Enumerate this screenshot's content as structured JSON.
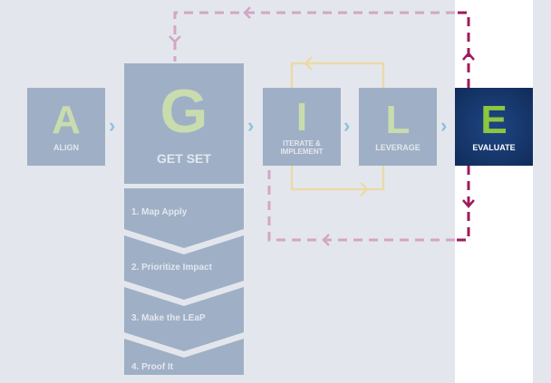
{
  "stages": [
    {
      "letter": "A",
      "label": "ALIGN"
    },
    {
      "letter": "G",
      "label": "GET SET"
    },
    {
      "letter": "I",
      "label": "ITERATE & IMPLEMENT"
    },
    {
      "letter": "L",
      "label": "LEVERAGE"
    },
    {
      "letter": "E",
      "label": "EVALUATE"
    }
  ],
  "steps": [
    {
      "label": "1. Map Apply"
    },
    {
      "label": "2. Prioritize Impact"
    },
    {
      "label": "3. Make the LEaP"
    },
    {
      "label": "4. Proof It"
    }
  ],
  "chevron": "›",
  "colors": {
    "background": "#e3e7ed",
    "box": "#9fafc6",
    "letter": "#c8dcae",
    "highlight_box": "#153466",
    "highlight_letter": "#8dc63f",
    "loop_dashed_faded": "#d4a6c4",
    "loop_dashed_strong": "#a0195c",
    "iteration_loop": "#ecd9a8",
    "chevron": "#8fbfe0"
  }
}
